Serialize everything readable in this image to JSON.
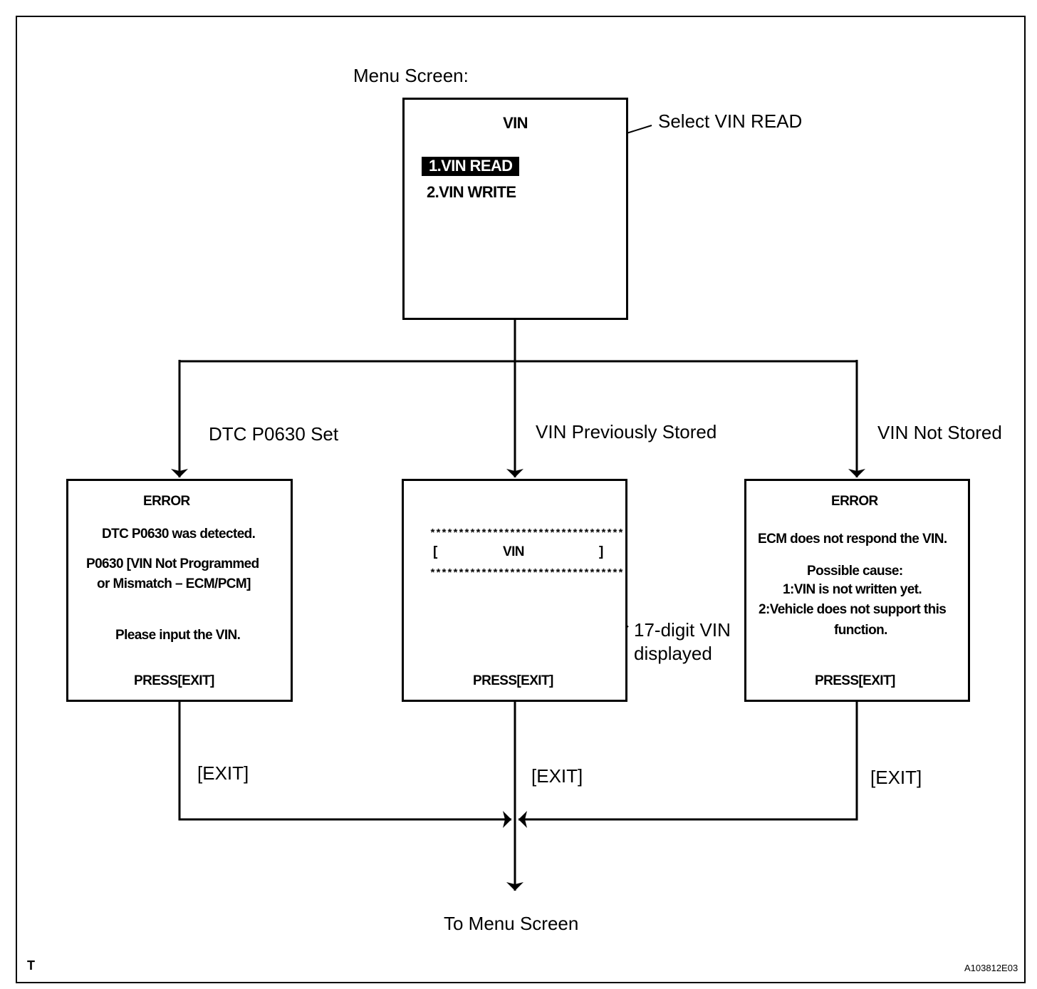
{
  "menu_screen": {
    "caption": "Menu Screen:",
    "title": "VIN",
    "item1": "1.VIN READ",
    "item2": "2.VIN WRITE",
    "callout": "Select VIN READ"
  },
  "branches": {
    "left": "DTC P0630 Set",
    "center": "VIN Previously Stored",
    "right": "VIN Not Stored"
  },
  "left_screen": {
    "title": "ERROR",
    "line1": "DTC P0630 was detected.",
    "line2": "P0630  [VIN Not Programmed",
    "line3": "or Mismatch – ECM/PCM]",
    "line4": "Please input the VIN.",
    "footer": "PRESS[EXIT]"
  },
  "center_screen": {
    "stars_top": "**********************************",
    "bracket_open": "[",
    "vin_label": "VIN",
    "bracket_close": "]",
    "stars_bottom": "**********************************",
    "footer": "PRESS[EXIT]",
    "callout_line1": "17-digit VIN",
    "callout_line2": "displayed"
  },
  "right_screen": {
    "title": "ERROR",
    "line1": "ECM does not respond the VIN.",
    "line2": "Possible cause:",
    "line3": "1:VIN is not written yet.",
    "line4": "2:Vehicle does not support this",
    "line5": "function.",
    "footer": "PRESS[EXIT]"
  },
  "exit_labels": {
    "left": "[EXIT]",
    "center": "[EXIT]",
    "right": "[EXIT]"
  },
  "destination": "To Menu Screen",
  "corner_mark": "T",
  "figure_id": "A103812E03"
}
